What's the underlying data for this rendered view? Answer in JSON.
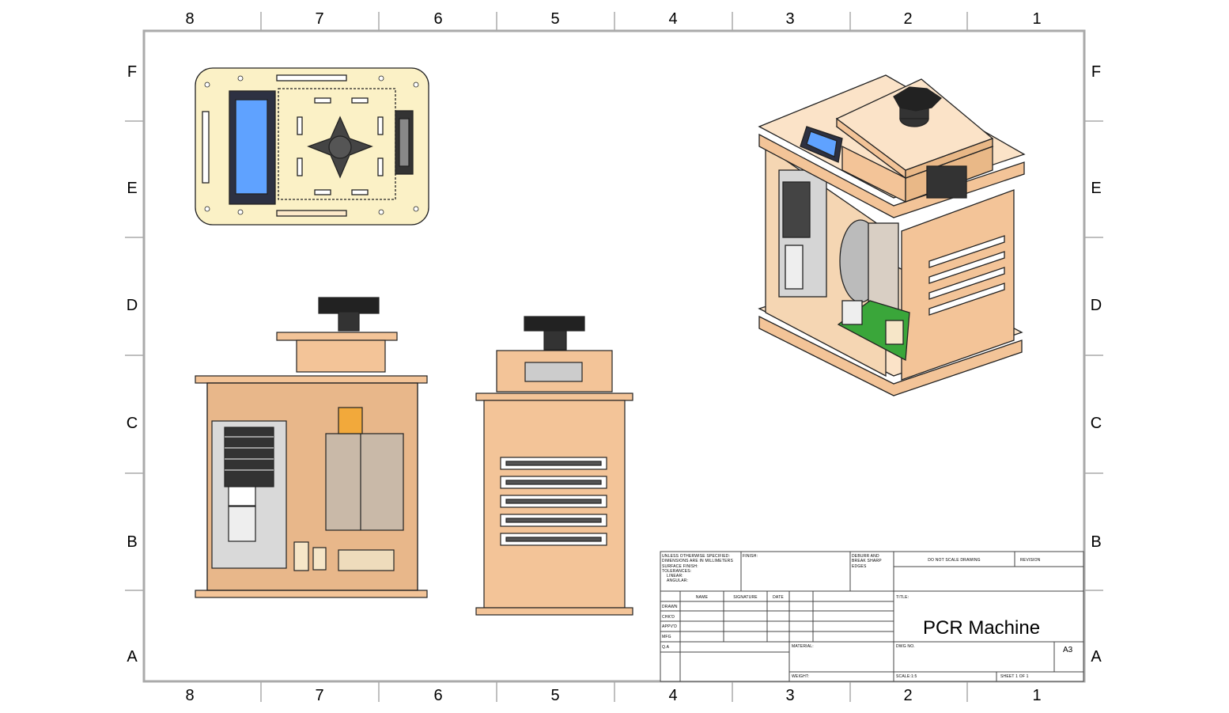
{
  "sheet": {
    "zones_cols": [
      "8",
      "7",
      "6",
      "5",
      "4",
      "3",
      "2",
      "1"
    ],
    "zones_rows": [
      "F",
      "E",
      "D",
      "C",
      "B",
      "A"
    ],
    "colors": {
      "wood": "#f3c498",
      "top_panel": "#fbf1c6",
      "lcd": "#5fa2ff",
      "knob": "#2a2a2a",
      "pcb": "#3aa63a"
    }
  },
  "title_block": {
    "tolerances_note": [
      "UNLESS OTHERWISE SPECIFIED:",
      "DIMENSIONS ARE IN MILLIMETERS",
      "SURFACE FINISH:",
      "TOLERANCES:",
      "LINEAR:",
      "ANGULAR:"
    ],
    "finish_label": "FINISH:",
    "deburr_label": [
      "DEBURR AND",
      "BREAK SHARP",
      "EDGES"
    ],
    "do_not_scale": "DO NOT SCALE DRAWING",
    "revision_label": "REVISION",
    "col_name": "NAME",
    "col_signature": "SIGNATURE",
    "col_date": "DATE",
    "rows": [
      "DRAWN",
      "CHK'D",
      "APPV'D",
      "MFG",
      "Q.A"
    ],
    "title_label": "TITLE:",
    "title": "PCR Machine",
    "material_label": "MATERIAL:",
    "dwg_no_label": "DWG NO.",
    "size": "A3",
    "weight_label": "WEIGHT:",
    "scale_label": "SCALE:1:5",
    "sheet_label": "SHEET 1 OF 1"
  }
}
